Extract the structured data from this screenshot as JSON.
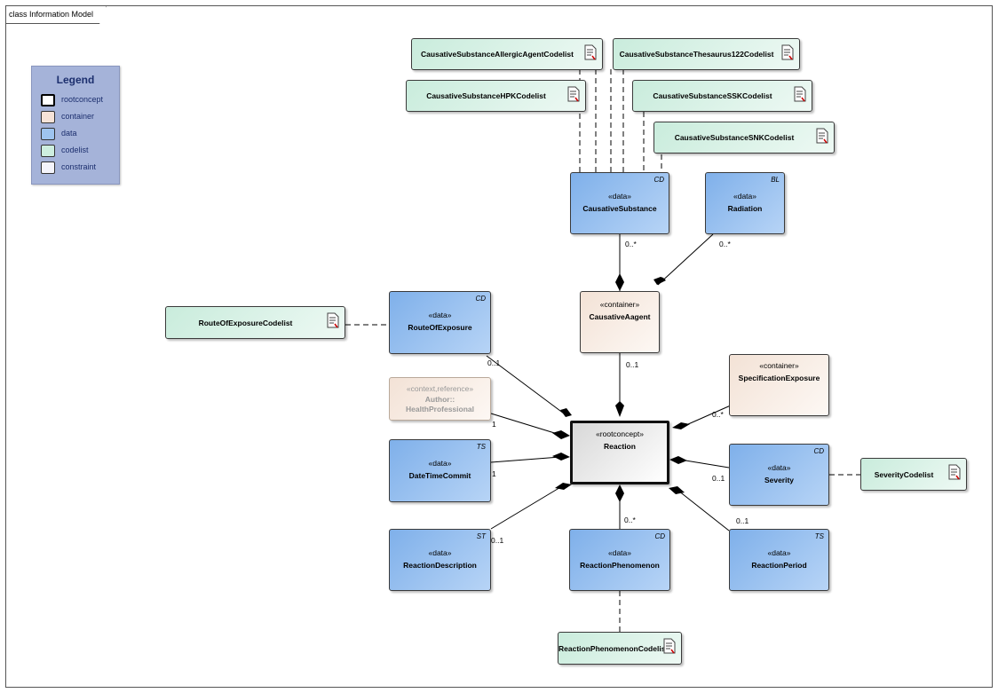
{
  "frame": {
    "title": "class Information Model"
  },
  "legend": {
    "title": "Legend",
    "items": [
      {
        "label": "rootconcept",
        "color": "#ffffff"
      },
      {
        "label": "container",
        "color": "#f6e3d8"
      },
      {
        "label": "data",
        "color": "#9ec4ef"
      },
      {
        "label": "codelist",
        "color": "#cdeedf"
      },
      {
        "label": "constraint",
        "color": "#f4f4fb"
      }
    ]
  },
  "codelists": {
    "allergic": "CausativeSubstanceAllergicAgentCodelist",
    "thesaurus": "CausativeSubstanceThesaurus122Codelist",
    "hpk": "CausativeSubstanceHPKCodelist",
    "ssk": "CausativeSubstanceSSKCodelist",
    "snk": "CausativeSubstanceSNKCodelist",
    "route": "RouteOfExposureCodelist",
    "severity": "SeverityCodelist",
    "phenomenon": "ReactionPhenomenonCodelist"
  },
  "classes": {
    "causative_substance": {
      "stereotype": "«data»",
      "name": "CausativeSubstance",
      "type": "CD"
    },
    "radiation": {
      "stereotype": "«data»",
      "name": "Radiation",
      "type": "BL"
    },
    "causative_agent": {
      "stereotype": "«container»",
      "name": "CausativeAagent"
    },
    "route_of_exposure": {
      "stereotype": "«data»",
      "name": "RouteOfExposure",
      "type": "CD"
    },
    "author": {
      "stereotype": "«context,reference»",
      "name_line1": "Author::",
      "name_line2": "HealthProfessional"
    },
    "specification_exposure": {
      "stereotype": "«container»",
      "name": "SpecificationExposure"
    },
    "reaction": {
      "stereotype": "«rootconcept»",
      "name": "Reaction"
    },
    "datetime_commit": {
      "stereotype": "«data»",
      "name": "DateTimeCommit",
      "type": "TS"
    },
    "severity": {
      "stereotype": "«data»",
      "name": "Severity",
      "type": "CD"
    },
    "reaction_description": {
      "stereotype": "«data»",
      "name": "ReactionDescription",
      "type": "ST"
    },
    "reaction_phenomenon": {
      "stereotype": "«data»",
      "name": "ReactionPhenomenon",
      "type": "CD"
    },
    "reaction_period": {
      "stereotype": "«data»",
      "name": "ReactionPeriod",
      "type": "TS"
    }
  },
  "multiplicities": {
    "causative_substance": "0..*",
    "radiation": "0..*",
    "causative_agent": "0..1",
    "route_of_exposure": "0..1",
    "author": "1",
    "specification_exposure": "0..*",
    "datetime_commit": "1",
    "severity": "0..1",
    "reaction_description": "0..1",
    "reaction_phenomenon": "0..*",
    "reaction_period": "0..1"
  }
}
